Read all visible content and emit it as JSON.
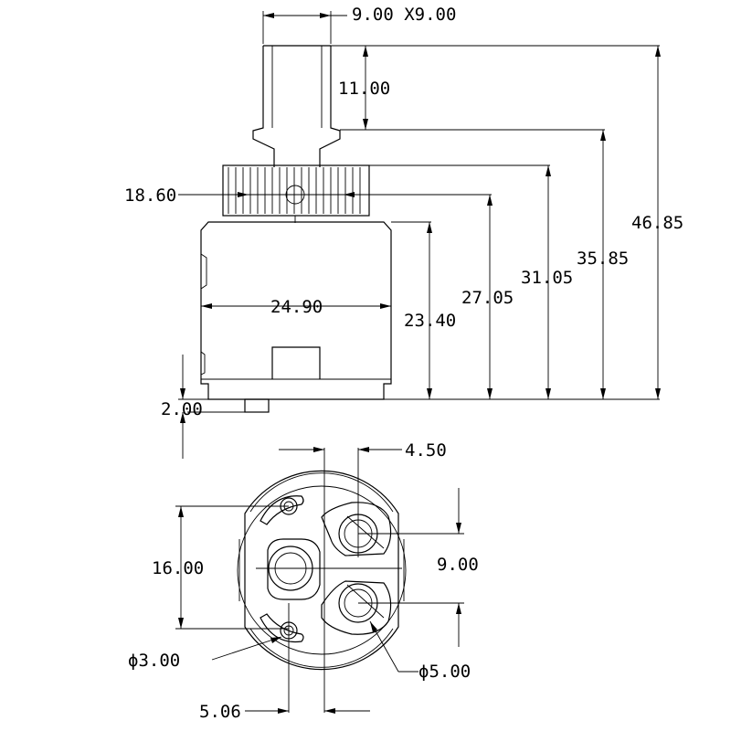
{
  "drawing": {
    "dimensions": {
      "stem_size": "9.00 X9.00",
      "stem_height": "11.00",
      "overall_height": "46.85",
      "stem_to_base_height": "35.85",
      "spline_top_height": "31.05",
      "spline_mid_height": "27.05",
      "body_height": "23.40",
      "spline_diameter": "18.60",
      "body_diameter": "24.90",
      "base_offset": "2.00",
      "hole_offset_top": "4.50",
      "hole_spacing_vertical": "16.00",
      "port_spacing": "9.00",
      "small_hole_diameter": "ϕ3.00",
      "port_diameter": "ϕ5.00",
      "hole_offset_bottom": "5.06"
    }
  }
}
